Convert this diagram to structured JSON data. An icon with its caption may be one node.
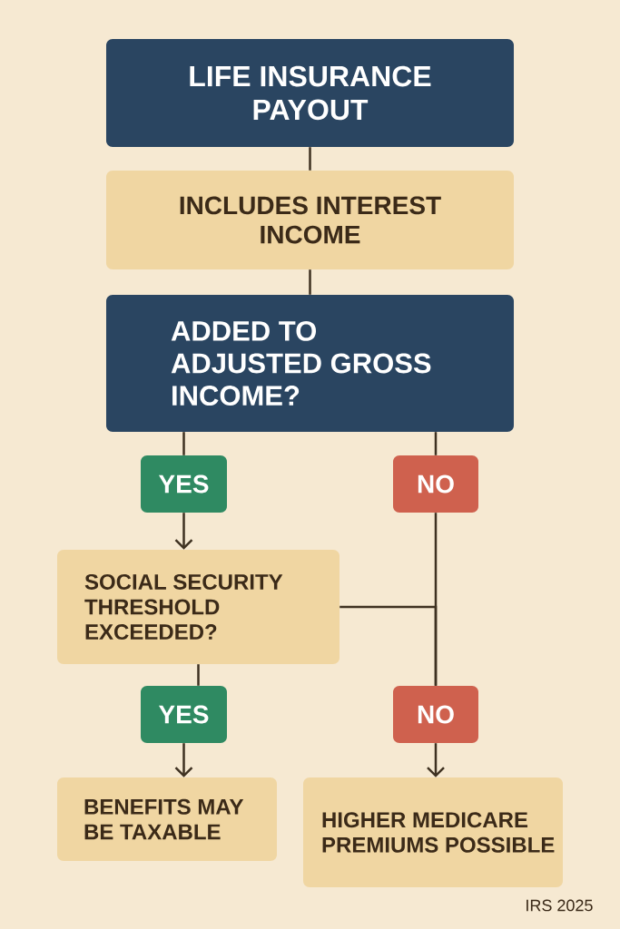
{
  "diagram": {
    "nodes": [
      {
        "text": [
          "LIFE INSURANCE PAYOUT"
        ]
      },
      {
        "text": [
          "INCLUDES INTEREST INCOME"
        ]
      },
      {
        "text": [
          "ADDED TO ADJUSTED GROSS INCOME?"
        ]
      },
      {
        "text": [
          "YES"
        ]
      },
      {
        "text": [
          "NO"
        ]
      },
      {
        "text": [
          "SOCIAL SECURITY THRESHOLD EXCEEDED?"
        ]
      },
      {
        "text": [
          "YES"
        ]
      },
      {
        "text": [
          "NO"
        ]
      },
      {
        "text": [
          "BENEFITS MAY BE TAXABLE"
        ]
      },
      {
        "text": [
          "HIGHER MEDICARE PREMIUMS POSSIBLE"
        ]
      }
    ],
    "edges": [
      {
        "from": 0,
        "to": 1,
        "arrow": "none"
      },
      {
        "from": 1,
        "to": 2,
        "arrow": "none"
      },
      {
        "from": 2,
        "to": 3,
        "arrow": "none"
      },
      {
        "from": 2,
        "to": 4,
        "arrow": "none"
      },
      {
        "from": 3,
        "to": 5,
        "arrow": "to"
      },
      {
        "from": 4,
        "to": 7,
        "arrow": "none"
      },
      {
        "from": 5,
        "to": 7,
        "arrow": "none"
      },
      {
        "from": 5,
        "to": 6,
        "arrow": "none"
      },
      {
        "from": 6,
        "to": 8,
        "arrow": "to"
      },
      {
        "from": 7,
        "to": 9,
        "arrow": "to"
      }
    ],
    "labels": [
      "IRS 2025"
    ]
  }
}
